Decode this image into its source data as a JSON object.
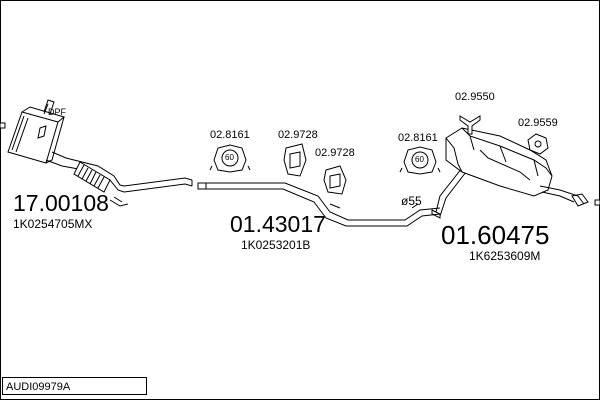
{
  "diagram": {
    "reference": "AUDI09979A",
    "labels": {
      "dpf": "DPF",
      "diameter": "ø55",
      "clamp_marking": "60"
    },
    "parts": [
      {
        "number": "17.00108",
        "oem": "1K0254705MX"
      },
      {
        "number": "01.43017",
        "oem": "1K0253201B"
      },
      {
        "number": "01.60475",
        "oem": "1K6253609M"
      }
    ],
    "fittings": [
      "02.8161",
      "02.9728",
      "02.9728",
      "02.8161",
      "02.9550",
      "02.9559"
    ]
  }
}
